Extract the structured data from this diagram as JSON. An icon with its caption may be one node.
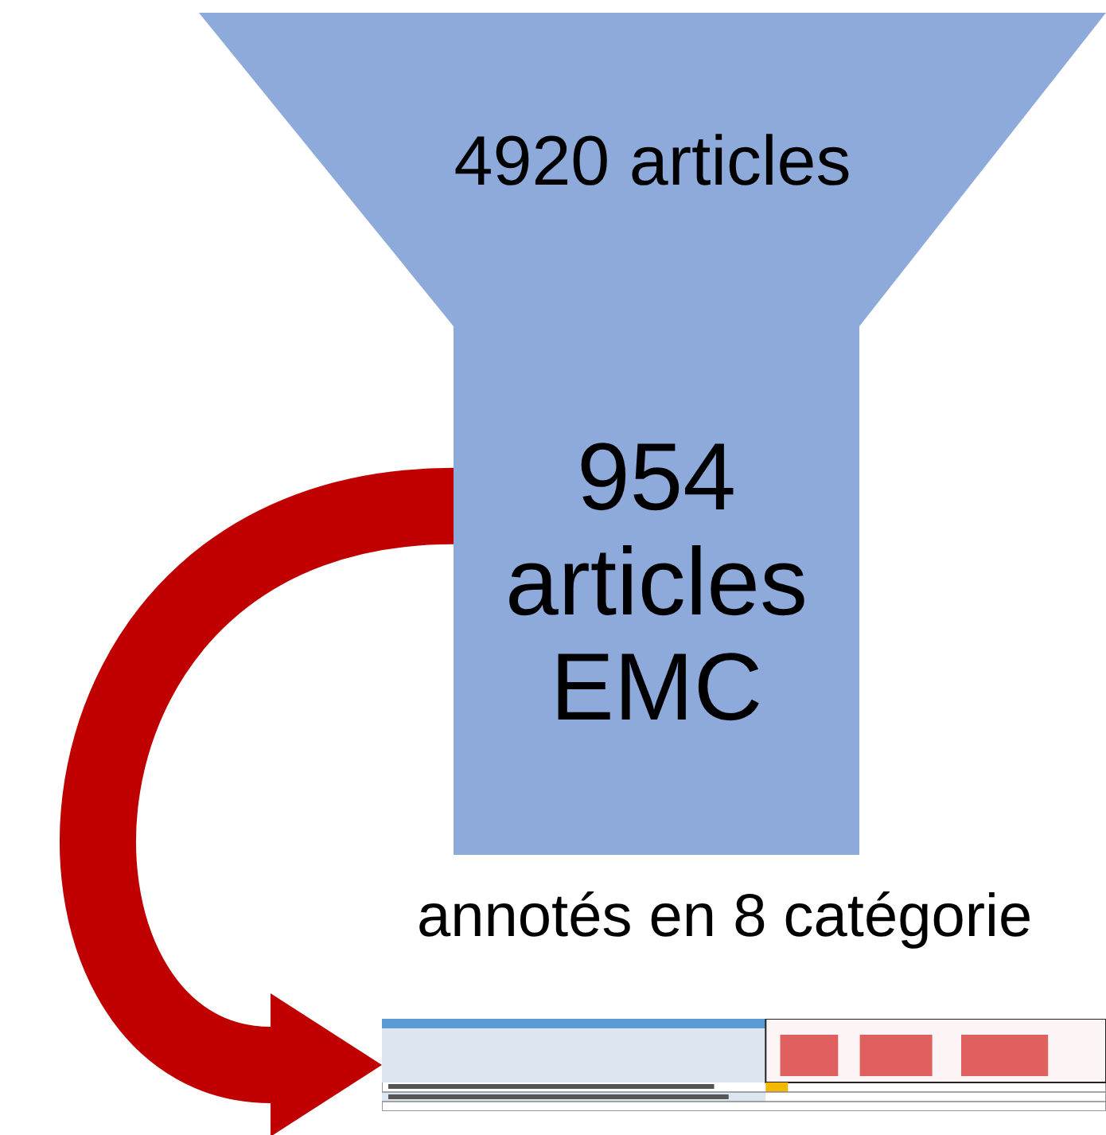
{
  "diagram": {
    "nodes": [
      {
        "text": [
          "4920 articles"
        ]
      },
      {
        "text": [
          "954 articles EMC"
        ]
      },
      {
        "text": [],
        "shape": "picture"
      }
    ],
    "edges": [
      {
        "from": 1,
        "to": 2,
        "arrow": "to"
      }
    ],
    "labels": [
      "annotés en 8 catégorie"
    ]
  }
}
